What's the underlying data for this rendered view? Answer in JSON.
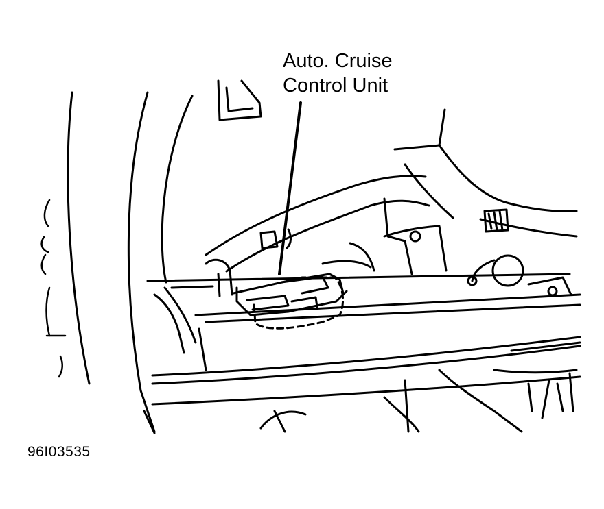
{
  "callout": {
    "line1": "Auto. Cruise",
    "line2": "Control Unit"
  },
  "figure_id": "96I03535",
  "colors": {
    "ink": "#000000",
    "paper": "#ffffff"
  }
}
